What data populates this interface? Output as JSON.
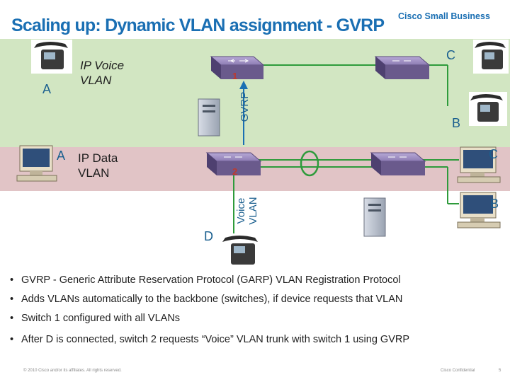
{
  "header": {
    "title": "Scaling up: Dynamic VLAN assignment - GVRP",
    "brand": "Cisco Small Business"
  },
  "diagram": {
    "labels": {
      "ip_voice_vlan": [
        "IP Voice",
        "VLAN"
      ],
      "ip_data_vlan": [
        "IP Data",
        "VLAN"
      ],
      "gvrp": "GVRP",
      "voice_vlan": [
        "Voice",
        "VLAN"
      ]
    },
    "nodes": {
      "switch1": "1",
      "switch2": "2",
      "host_a_top": "A",
      "host_a_bottom": "A",
      "host_b_top": "B",
      "host_b_bottom": "B",
      "host_c_top": "C",
      "host_c_bottom": "C",
      "host_d": "D"
    },
    "colors": {
      "green_band": "#d2e6c2",
      "pink_band": "#e1c4c6",
      "link_green": "#2e9b3b",
      "arrow_blue": "#1a6fb3",
      "switch_body": "#6a5a8c"
    }
  },
  "bullets": [
    "GVRP - Generic Attribute Reservation Protocol (GARP) VLAN Registration Protocol",
    "Adds VLANs automatically to the backbone (switches), if device requests that VLAN",
    "Switch 1 configured with all VLANs",
    "After D is connected, switch 2 requests “Voice” VLAN trunk with switch 1 using GVRP"
  ],
  "footer": {
    "copyright": "© 2010 Cisco and/or its affiliates. All rights reserved.",
    "confidential": "Cisco Confidential",
    "page": "5"
  }
}
